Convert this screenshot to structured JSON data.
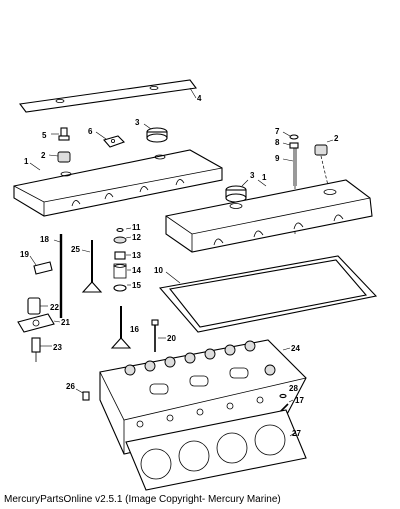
{
  "diagram": {
    "callouts": [
      {
        "id": "4",
        "label": "4"
      },
      {
        "id": "5",
        "label": "5"
      },
      {
        "id": "6",
        "label": "6"
      },
      {
        "id": "3a",
        "label": "3"
      },
      {
        "id": "2a",
        "label": "2"
      },
      {
        "id": "1a",
        "label": "1"
      },
      {
        "id": "7",
        "label": "7"
      },
      {
        "id": "8",
        "label": "8"
      },
      {
        "id": "9",
        "label": "9"
      },
      {
        "id": "2b",
        "label": "2"
      },
      {
        "id": "3b",
        "label": "3"
      },
      {
        "id": "1b",
        "label": "1"
      },
      {
        "id": "10",
        "label": "10"
      },
      {
        "id": "11",
        "label": "11"
      },
      {
        "id": "12",
        "label": "12"
      },
      {
        "id": "13",
        "label": "13"
      },
      {
        "id": "14",
        "label": "14"
      },
      {
        "id": "15",
        "label": "15"
      },
      {
        "id": "18",
        "label": "18"
      },
      {
        "id": "19",
        "label": "19"
      },
      {
        "id": "25",
        "label": "25"
      },
      {
        "id": "22",
        "label": "22"
      },
      {
        "id": "21",
        "label": "21"
      },
      {
        "id": "23",
        "label": "23"
      },
      {
        "id": "16",
        "label": "16"
      },
      {
        "id": "20",
        "label": "20"
      },
      {
        "id": "24",
        "label": "24"
      },
      {
        "id": "26",
        "label": "26"
      },
      {
        "id": "28",
        "label": "28"
      },
      {
        "id": "17",
        "label": "17"
      },
      {
        "id": "27",
        "label": "27"
      }
    ]
  },
  "caption": "MercuryPartsOnline v2.5.1 (Image Copyright- Mercury Marine)"
}
